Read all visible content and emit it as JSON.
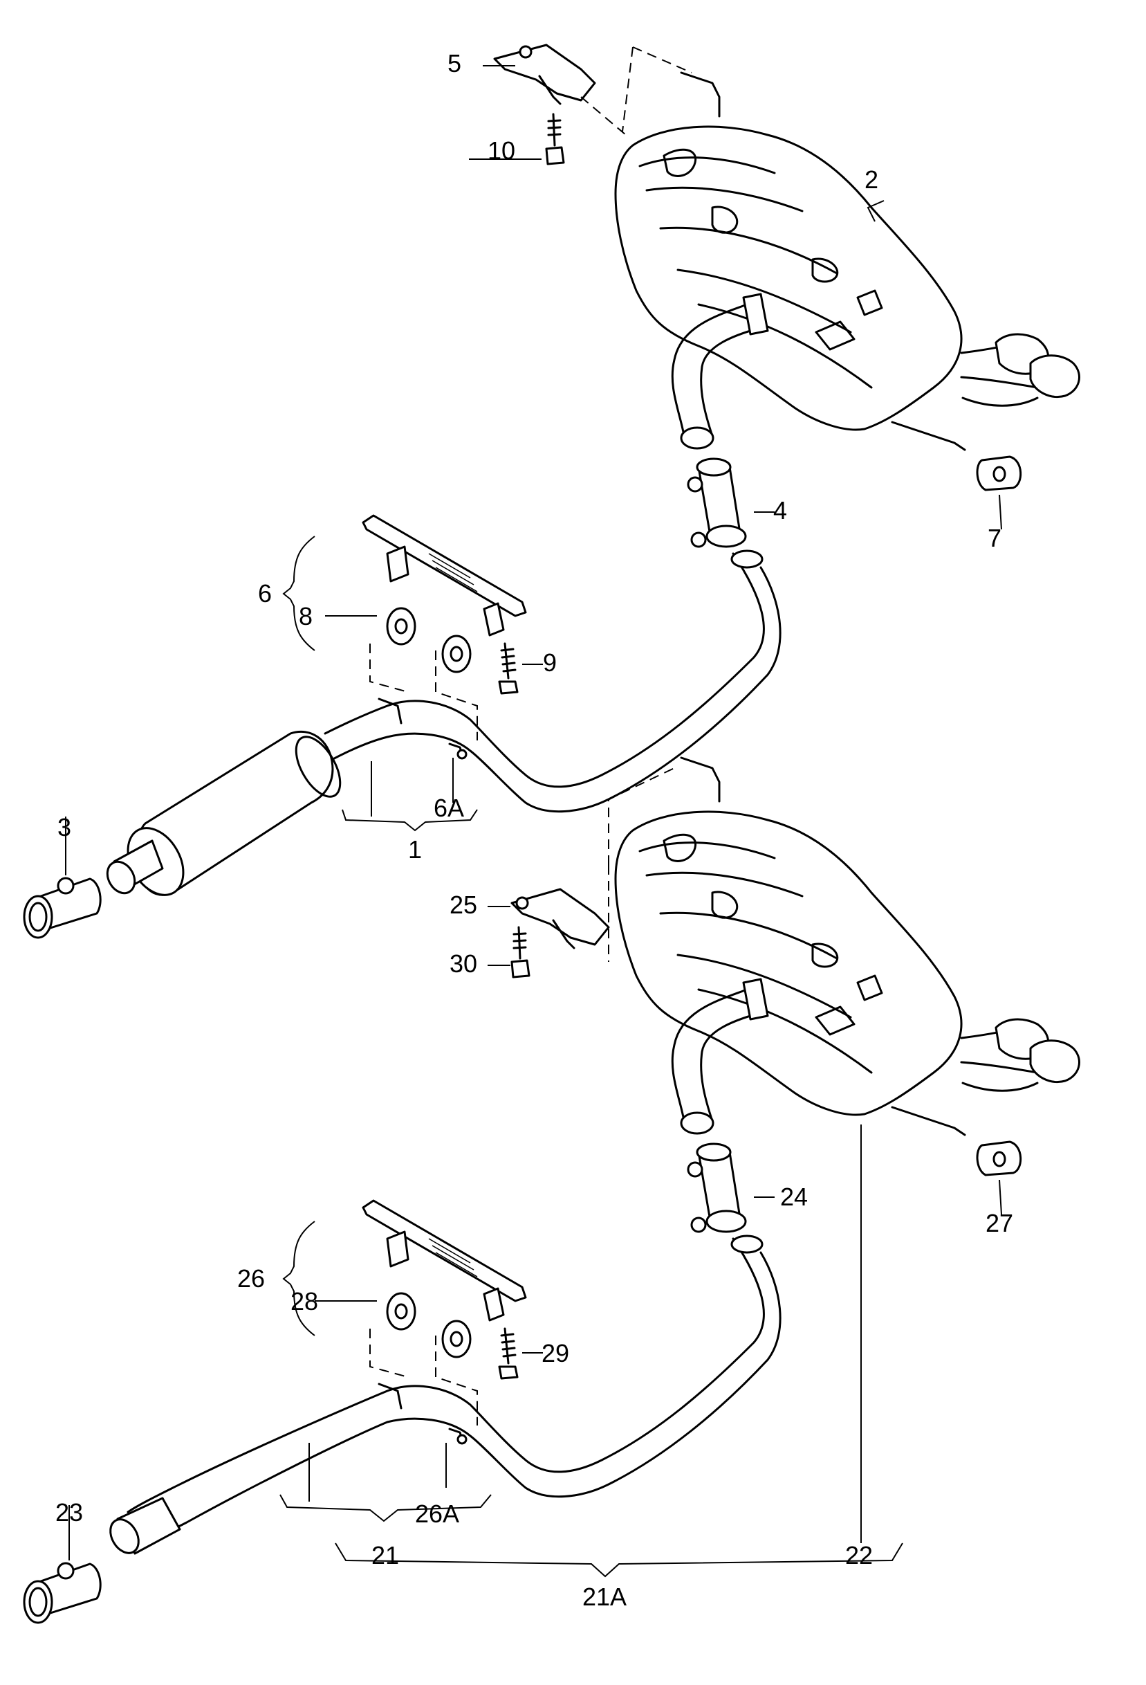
{
  "callouts": {
    "c1": "1",
    "c2": "2",
    "c3": "3",
    "c4": "4",
    "c5": "5",
    "c6": "6",
    "c6a": "6A",
    "c7": "7",
    "c8": "8",
    "c9": "9",
    "c10": "10",
    "c21": "21",
    "c21a": "21A",
    "c22": "22",
    "c23": "23",
    "c24": "24",
    "c25": "25",
    "c26": "26",
    "c26a": "26A",
    "c27": "27",
    "c28": "28",
    "c29": "29",
    "c30": "30"
  }
}
